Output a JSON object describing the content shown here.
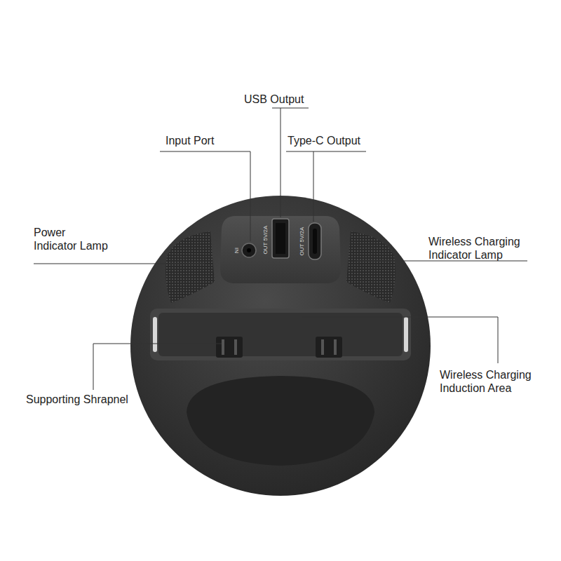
{
  "diagram": {
    "labels": [
      "USB Output",
      "Input Port",
      "Type-C Output",
      "Power Indicator Lamp",
      "Wireless Charging Indicator Lamp",
      "Wireless Charging Induction Area",
      "Supporting Shrapnel",
      "IN",
      "OUT 5V/2A",
      "OUT 5V/2A"
    ]
  }
}
